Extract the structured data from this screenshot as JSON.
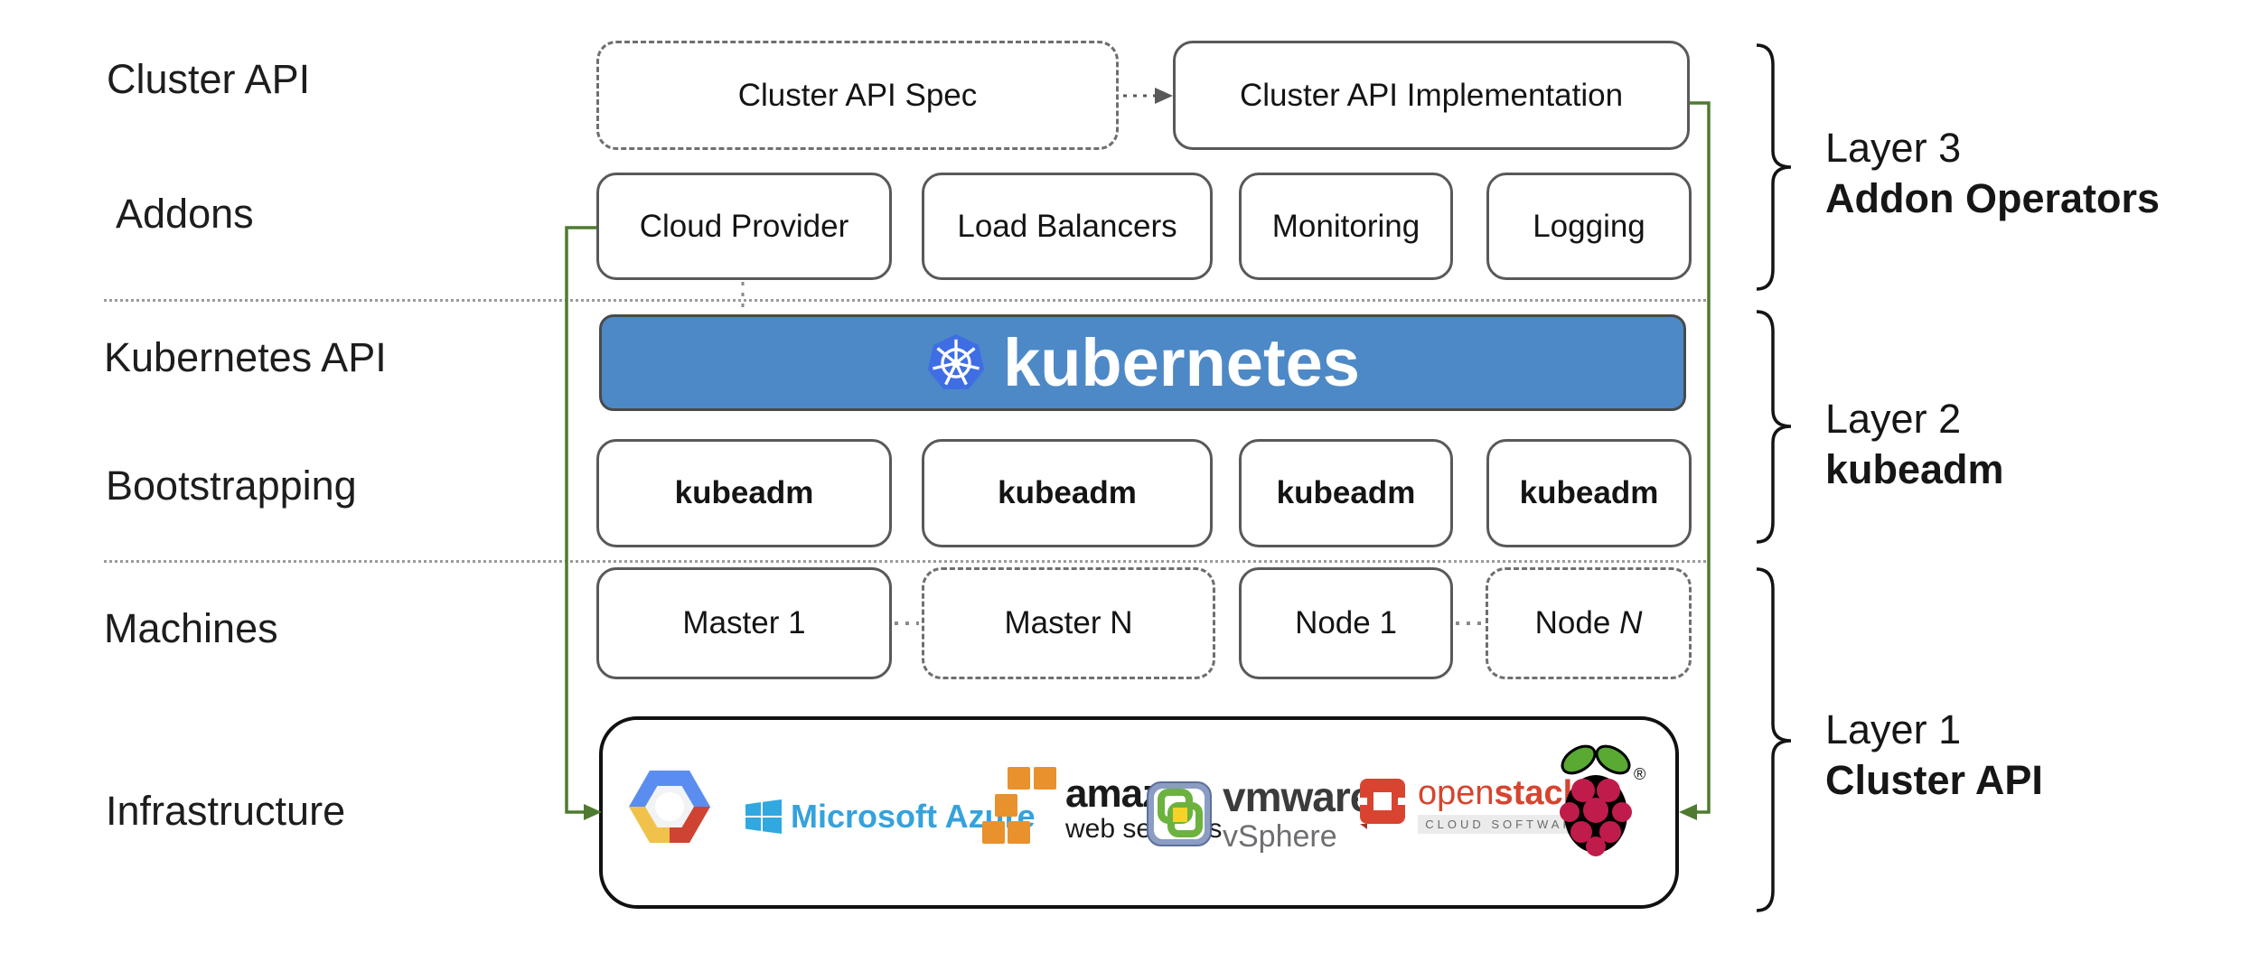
{
  "left_labels": {
    "cluster_api": "Cluster API",
    "addons": "Addons",
    "kubernetes_api": "Kubernetes API",
    "bootstrapping": "Bootstrapping",
    "machines": "Machines",
    "infrastructure": "Infrastructure"
  },
  "cluster_api_row": {
    "spec": "Cluster API Spec",
    "implementation": "Cluster API Implementation"
  },
  "addons_row": {
    "boxes": [
      "Cloud Provider",
      "Load Balancers",
      "Monitoring",
      "Logging"
    ]
  },
  "kubernetes_banner": {
    "wordmark": "kubernetes"
  },
  "bootstrapping_row": {
    "boxes": [
      "kubeadm",
      "kubeadm",
      "kubeadm",
      "kubeadm"
    ]
  },
  "machines_row": {
    "master_1": "Master 1",
    "master_n": "Master N",
    "node_1": "Node 1",
    "node_n_prefix": "Node ",
    "node_n_suffix": "N"
  },
  "infrastructure_row": {
    "azure_text": "Microsoft Azure",
    "aws_text": "amazon",
    "aws_subtext": "web services",
    "vmware_text": "vmware",
    "vmware_registered": "®",
    "vmware_subtext": "vSphere",
    "openstack_text_light": "open",
    "openstack_text_bold": "stack",
    "openstack_tm": "™",
    "openstack_subtext": "CLOUD SOFTWARE",
    "raspberry_registered": "®"
  },
  "layer_labels": {
    "layer3_line1": "Layer 3",
    "layer3_line2": "Addon Operators",
    "layer2_line1": "Layer 2",
    "layer2_line2": "kubeadm",
    "layer1_line1": "Layer 1",
    "layer1_line2": "Cluster API"
  },
  "colors": {
    "banner_blue": "#4d89c6",
    "k8s_logo_blue": "#3f6ee4",
    "connector_green": "#4e7b2f",
    "box_border_gray": "#595959",
    "azure_blue": "#35a2db",
    "aws_orange": "#e8912d",
    "openstack_red": "#d5452f",
    "vmware_green": "#6cb23e",
    "raspberry_crimson": "#bf1c4b",
    "leaf_green": "#59a933"
  }
}
